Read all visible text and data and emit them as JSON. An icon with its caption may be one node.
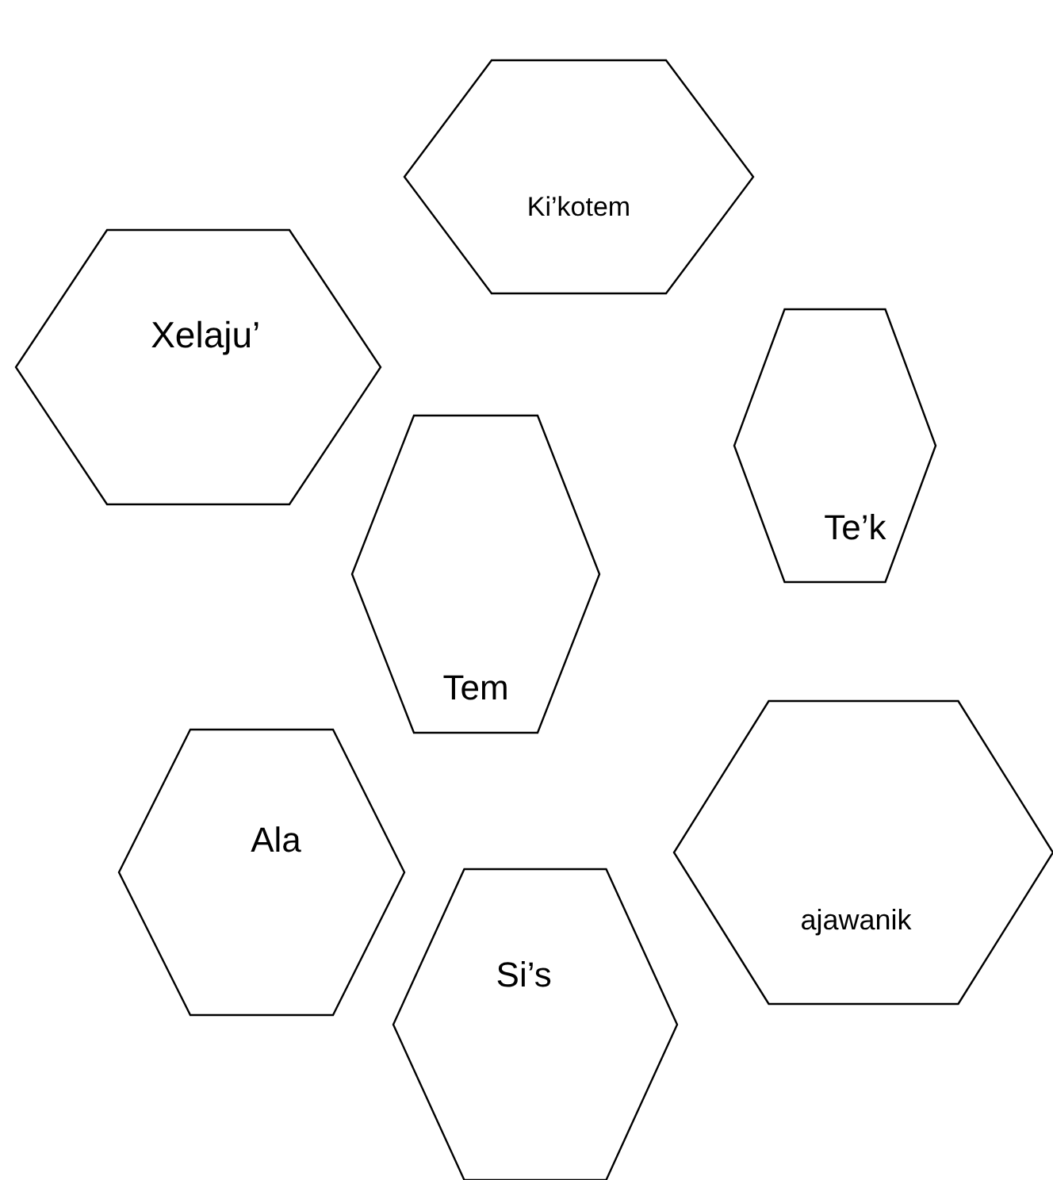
{
  "diagram": {
    "nodes": [
      {
        "text": [
          "Ki’kotem"
        ]
      },
      {
        "text": [
          "Xelaju’"
        ]
      },
      {
        "text": [
          "Te’k"
        ]
      },
      {
        "text": [
          "Tem"
        ]
      },
      {
        "text": [
          "Ala"
        ]
      },
      {
        "text": [
          "ajawanik"
        ]
      },
      {
        "text": [
          "Si’s"
        ]
      }
    ]
  }
}
